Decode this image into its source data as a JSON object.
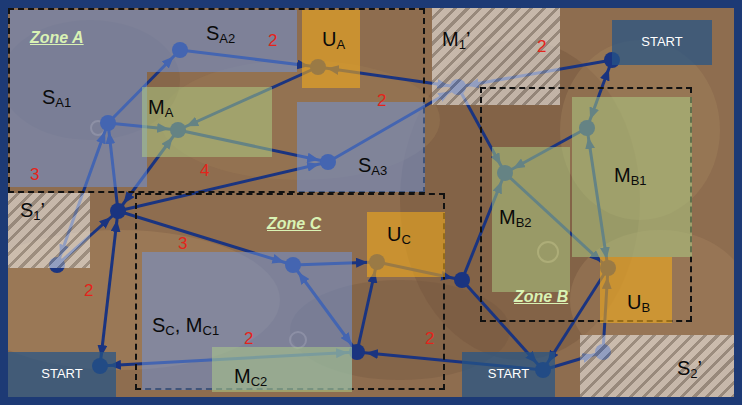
{
  "diagram": {
    "nodes": [
      {
        "text": [
          "Zone A"
        ]
      },
      {
        "text": [
          "SA1"
        ],
        "in": 0
      },
      {
        "text": [
          "SA2"
        ],
        "in": 0
      },
      {
        "text": [
          "MA"
        ],
        "in": 0
      },
      {
        "text": [
          "UA"
        ],
        "in": 0
      },
      {
        "text": [
          "SA3"
        ],
        "in": 0
      },
      {
        "text": [
          "M1’"
        ]
      },
      {
        "text": [
          "START"
        ]
      },
      {
        "text": [
          "Zone B"
        ]
      },
      {
        "text": [
          "MB1"
        ],
        "in": 8
      },
      {
        "text": [
          "MB2"
        ],
        "in": 8
      },
      {
        "text": [
          "UB"
        ],
        "in": 8
      },
      {
        "text": [
          "S1’"
        ]
      },
      {
        "text": [
          "Zone C"
        ]
      },
      {
        "text": [
          "SC, MC1"
        ],
        "in": 13
      },
      {
        "text": [
          "MC2"
        ],
        "in": 13
      },
      {
        "text": [
          "UC"
        ],
        "in": 13
      },
      {
        "text": [
          "START"
        ]
      },
      {
        "text": [
          "START"
        ]
      },
      {
        "text": [
          "S2’"
        ]
      }
    ],
    "labels": [
      "2",
      "2",
      "2",
      "4",
      "3",
      "3",
      "2",
      "2",
      "2"
    ]
  }
}
